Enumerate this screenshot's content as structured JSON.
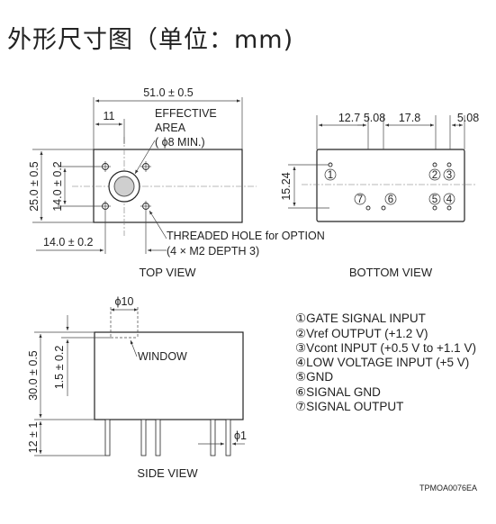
{
  "title": "外形尺寸图（单位：mm)",
  "top_view": {
    "label": "TOP VIEW",
    "dim_width": "51.0 ± 0.5",
    "dim_11": "11",
    "dim_height": "25.0 ± 0.5",
    "dim_14_v": "14.0 ± 0.2",
    "dim_14_h": "14.0 ± 0.2",
    "effective_area": [
      "EFFECTIVE",
      "AREA",
      "( ϕ8 MIN.)"
    ],
    "threaded_hole": [
      "THREADED HOLE for OPTION",
      "(4 × M2 DEPTH 3)"
    ]
  },
  "bottom_view": {
    "label": "BOTTOM VIEW",
    "dims": [
      "12.7",
      "5.08",
      "17.8",
      "5.08"
    ],
    "dim_v": "15.24",
    "pins": [
      "1",
      "2",
      "3",
      "4",
      "5",
      "6",
      "7"
    ]
  },
  "side_view": {
    "label": "SIDE VIEW",
    "dim_phi10": "ϕ10",
    "dim_height": "30.0 ± 0.5",
    "dim_15": "1.5 ± 0.2",
    "dim_12": "12 ± 1",
    "dim_phi1": "ϕ1",
    "window": "WINDOW"
  },
  "legend": [
    "①GATE SIGNAL INPUT",
    "②Vref OUTPUT (+1.2 V)",
    "③Vcont INPUT (+0.5 V to +1.1 V)",
    "④LOW VOLTAGE INPUT (+5 V)",
    "⑤GND",
    "⑥SIGNAL GND",
    "⑦SIGNAL OUTPUT"
  ],
  "code": "TPMOA0076EA"
}
